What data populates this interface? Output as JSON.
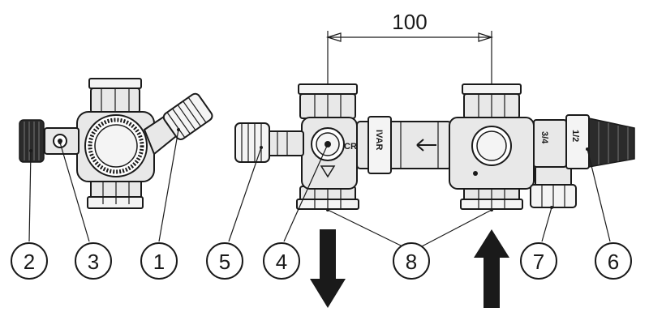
{
  "dimension": {
    "label": "100"
  },
  "callouts": [
    {
      "id": "1",
      "label": "1"
    },
    {
      "id": "2",
      "label": "2"
    },
    {
      "id": "3",
      "label": "3"
    },
    {
      "id": "4",
      "label": "4"
    },
    {
      "id": "5",
      "label": "5"
    },
    {
      "id": "6",
      "label": "6"
    },
    {
      "id": "7",
      "label": "7"
    },
    {
      "id": "8",
      "label": "8"
    }
  ],
  "markings": {
    "brand": "IVAR",
    "cr": "CR",
    "size_left": "3/4",
    "size_right": "1/2"
  },
  "flow_arrows": [
    {
      "direction": "down"
    },
    {
      "direction": "up"
    }
  ]
}
